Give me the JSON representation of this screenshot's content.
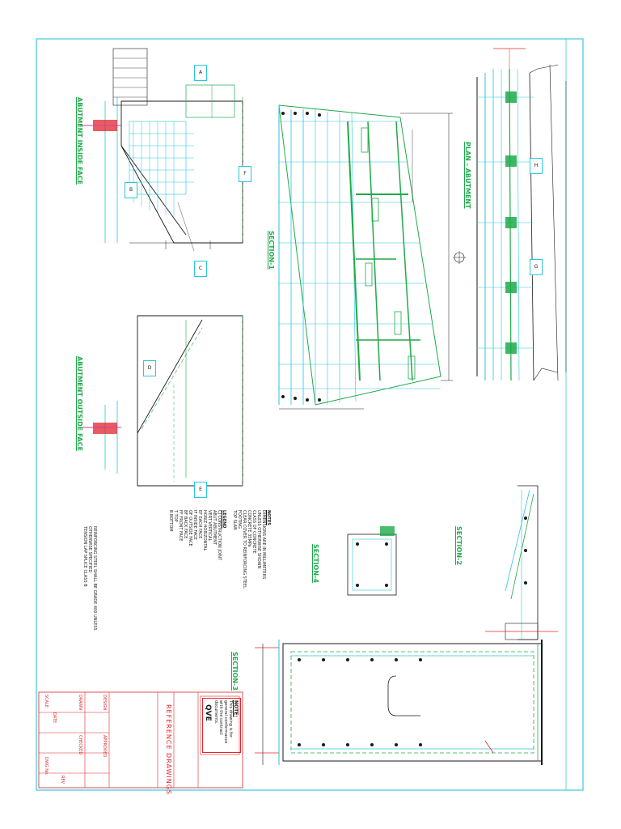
{
  "sheet": {
    "border_color": "#3cc9dc",
    "cyan": "#28c6dc",
    "green": "#1faa4a",
    "red": "#e0262c",
    "magenta": "#d43aa0",
    "dark": "#1a1a1a"
  },
  "titles": {
    "inside_face": "ABUTMENT INSIDE FACE",
    "outside_face": "ABUTMENT OUTSIDE FACE",
    "plan": "PLAN - ABUTMENT",
    "section_1": "SECTION-1",
    "section_2": "SECTION-2",
    "section_3": "SECTION-3",
    "section_4": "SECTION-4"
  },
  "callouts": [
    "A",
    "B",
    "C",
    "D",
    "E",
    "F",
    "G",
    "H"
  ],
  "notes": {
    "heading": "NOTES",
    "lines": [
      "DIMENSIONS ARE IN MILLIMETERS",
      "UNLESS OTHERWISE SHOWN",
      "CLASS OF CONCRETE",
      "CONCRETE 35MPa",
      "CLEAR COVER TO REINFORCING STEEL",
      "FOOTING",
      "TOP SLAB",
      "REINFORCING STEEL SHALL BE GRADE 400 UNLESS",
      "OTHERWISE SPECIFIED",
      "TENSION LAP SPLICE CLASS B"
    ]
  },
  "legend": {
    "heading": "LEGEND",
    "items": [
      "CJ CONSTRUCTION JOINT",
      "ABUT ABUTMENT",
      "VERT VERTICAL",
      "HORIZ HORIZONTAL",
      "EF EACH FACE",
      "IF INSIDE FACE",
      "OF OUTSIDE FACE",
      "BF BACK FACE",
      "FF FRONT FACE",
      "T TOP",
      "B BOTTOM"
    ]
  },
  "note_box": {
    "title": "NOTE:",
    "text": "This drawing is for general conformance with the contract documents.",
    "stamp": "QVE"
  },
  "title_block": {
    "reference": "REFERENCE DRAWINGS",
    "fields": [
      "DESIGN",
      "DRAWN",
      "CHECKED",
      "APPROVED",
      "DATE",
      "SCALE",
      "DWG No.",
      "REV"
    ]
  }
}
